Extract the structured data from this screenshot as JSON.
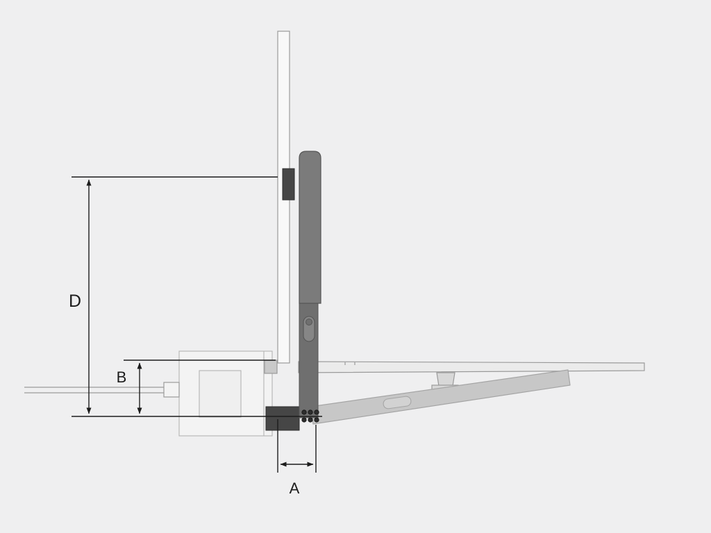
{
  "diagram": {
    "type": "technical-dimension-drawing",
    "labels": {
      "d": "D",
      "b": "B",
      "a": "A"
    }
  },
  "colors": {
    "background": "#efeff0",
    "dimension_line": "#1c1c1c",
    "outline": "#9a9a9a",
    "light_outline": "#b3b3b3",
    "arm_lower": "#6f6f6f",
    "arm_upper": "#7b7b7b",
    "arm_edge": "#565656",
    "bracket_dark": "#464646",
    "bracket_edge": "#2e2e2e",
    "bolt_fill": "#2e2e2e",
    "ghost_arm": "#c7c7c7",
    "ghost_edge": "#a5a5a5",
    "table_fill": "#ebebeb",
    "leg_fill": "#d8d8d8",
    "panel_fill": "#f8f8f8",
    "body_fill": "#f3f3f3",
    "slot_fill": "#868686"
  }
}
